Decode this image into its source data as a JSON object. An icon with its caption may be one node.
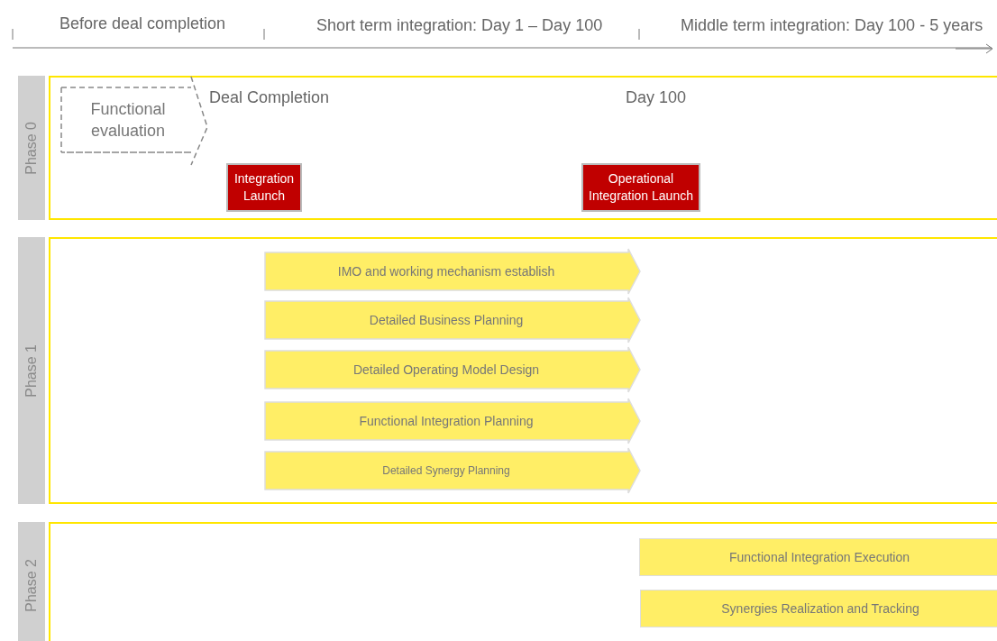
{
  "diagram": {
    "nodes": [
      {
        "text": [
          "Phase 0"
        ]
      },
      {
        "text": [
          "Functional evaluation"
        ],
        "in": 0
      },
      {
        "text": [
          "Integration Launch"
        ],
        "in": 0
      },
      {
        "text": [
          "Operational Integration Launch"
        ],
        "in": 0
      },
      {
        "text": [
          "Phase 1"
        ]
      },
      {
        "text": [
          "IMO and working mechanism establish"
        ],
        "in": 4
      },
      {
        "text": [
          "Detailed Business Planning"
        ],
        "in": 4
      },
      {
        "text": [
          "Detailed Operating Model Design"
        ],
        "in": 4
      },
      {
        "text": [
          "Functional Integration Planning"
        ],
        "in": 4
      },
      {
        "text": [
          "Detailed Synergy Planning"
        ],
        "in": 4
      },
      {
        "text": [
          "Phase 2"
        ]
      },
      {
        "text": [
          "Functional Integration Execution"
        ],
        "in": 10
      },
      {
        "text": [
          "Synergies Realization and Tracking"
        ],
        "in": 10
      }
    ],
    "labels": [
      "Before deal completion",
      "Short term integration: Day 1 – Day 100",
      "Middle term integration: Day 100 - 5 years",
      "Deal Completion",
      "Day 100"
    ]
  }
}
